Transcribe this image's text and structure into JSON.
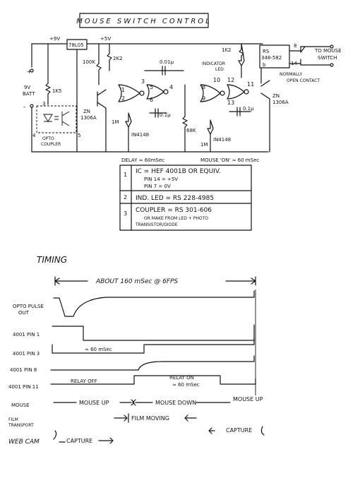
{
  "title": "MOUSE SWITCH CONTROL",
  "schematic": {
    "supply_9v": "+9V",
    "supply_5v": "+5V",
    "regulator": "78L05",
    "battery": [
      "9V",
      "BATT"
    ],
    "r_1k5": "1K5",
    "r_100k": "100K",
    "r_2k2": "2K2",
    "r_1k2": "1K2",
    "cap_top": "0.01µ",
    "cap_mid": "0.1µ",
    "cap_right": "0.1µ",
    "indicator": [
      "INDICATOR",
      "LED"
    ],
    "relay": [
      "RS",
      "348-582",
      "b"
    ],
    "to_mouse": [
      "TO MOUSE",
      "SWITCH"
    ],
    "normally_open": [
      "NORMALLY",
      "OPEN CONTACT"
    ],
    "pins_contact": [
      "8",
      "14"
    ],
    "opto": [
      "OPTO",
      "COUPLER"
    ],
    "opto_pins": [
      "3",
      "4",
      "5"
    ],
    "zn_left": [
      "ZN",
      "1306A"
    ],
    "zn_right": [
      "ZN",
      "1306A"
    ],
    "r_1m_left": "1M",
    "r_1m_right": "1M",
    "diode_left": "IN4148",
    "diode_right": "IN4148",
    "r_68k": "68K",
    "gate_pins_a": [
      "1",
      "2",
      "3",
      "5",
      "6",
      "4"
    ],
    "gate_pins_b": [
      "8",
      "9",
      "10",
      "12",
      "13",
      "11"
    ],
    "delay_left": "DELAY ≈ 60mSec",
    "delay_right": "MOUSE 'ON' ≈ 60 mSec"
  },
  "notes": [
    {
      "num": "1",
      "lines": [
        "IC = HEF 4001B OR EQUIV.",
        "PIN 14 = +5V",
        "PIN 7 = 0V"
      ]
    },
    {
      "num": "2",
      "lines": [
        "IND. LED = RS 228-4985"
      ]
    },
    {
      "num": "3",
      "lines": [
        "COUPLER = RS 301-606",
        "OR MAKE FROM LED + PHOTO",
        "TRANSISTOR/DIODE"
      ]
    }
  ],
  "timing": {
    "heading": "TIMING",
    "span_label": "ABOUT   160 mSec @ 6FPS",
    "rows": [
      {
        "label": [
          "OPTO PULSE",
          "OUT"
        ]
      },
      {
        "label": [
          "4001 PIN 1"
        ]
      },
      {
        "label": [
          "4001 PIN 3"
        ]
      },
      {
        "label": [
          "4001 PIN 8"
        ]
      },
      {
        "label": [
          "4001 PIN 11"
        ]
      },
      {
        "label": [
          "MOUSE"
        ]
      },
      {
        "label": [
          "FILM",
          "TRANSPORT"
        ]
      },
      {
        "label": [
          "WEB CAM"
        ]
      }
    ],
    "pin3_note": "≈ 60 mSec",
    "relay_off": "RELAY  OFF",
    "relay_on": [
      "RELAY ON",
      "≈ 60 mSec"
    ],
    "mouse_up_1": "MOUSE UP",
    "mouse_down": "MOUSE DOWN",
    "mouse_up_2": "MOUSE UP",
    "film_moving": "FILM MOVING",
    "capture_1": "CAPTURE",
    "capture_2": "CAPTURE"
  }
}
